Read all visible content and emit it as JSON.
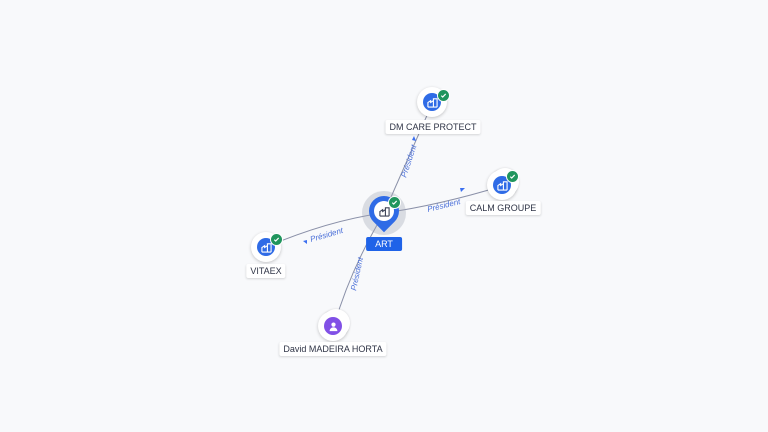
{
  "graph": {
    "center": {
      "label": "ART",
      "type": "company",
      "verified": true
    },
    "nodes": {
      "dm_care": {
        "label": "DM CARE PROTECT",
        "type": "company",
        "verified": true
      },
      "calm": {
        "label": "CALM GROUPE",
        "type": "company",
        "verified": true
      },
      "vitaex": {
        "label": "VITAEX",
        "type": "company",
        "verified": true
      },
      "david": {
        "label": "David MADEIRA HORTA",
        "type": "person",
        "verified": false
      }
    },
    "edges": {
      "to_dm_care": {
        "label": "Président"
      },
      "to_calm": {
        "label": "Président"
      },
      "to_vitaex": {
        "label": "Président"
      },
      "to_david": {
        "label": "Président"
      }
    }
  },
  "icons": {
    "company": "building-icon",
    "person": "person-icon",
    "verified": "check-badge-icon"
  },
  "colors": {
    "company": "#2f6be6",
    "person": "#8150e6",
    "verified": "#20955d",
    "edge": "#8a90a8",
    "edge_label": "#4a6fd8"
  }
}
